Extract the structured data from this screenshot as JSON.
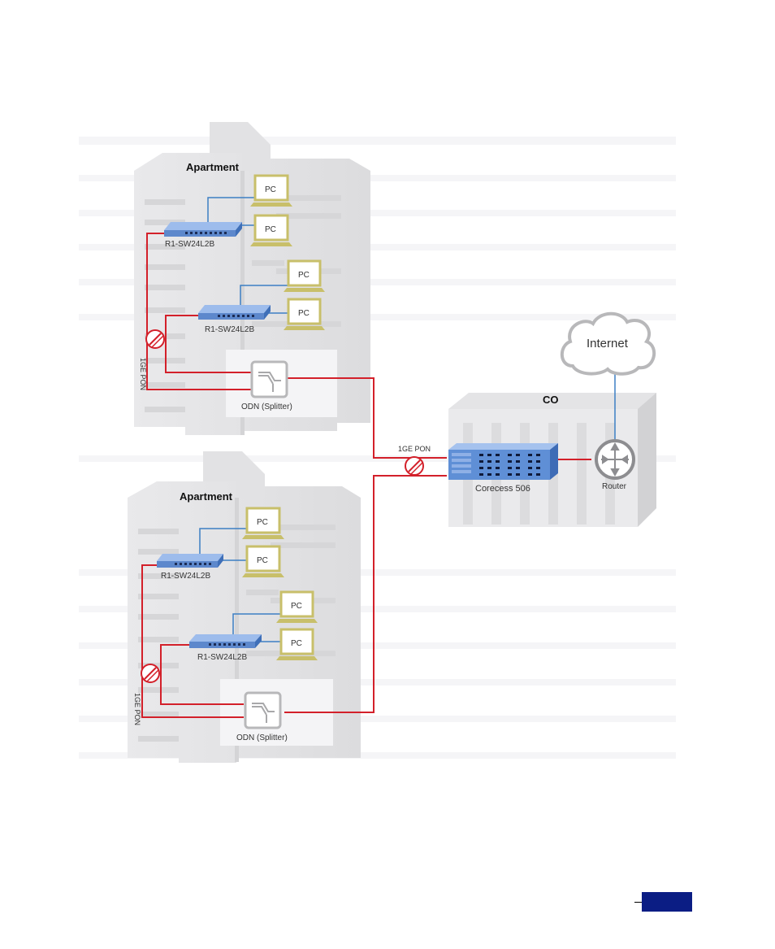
{
  "buildings": [
    {
      "label": "Apartment",
      "pon_label": "1GE PON",
      "splitter_label": "ODN (Splitter)",
      "switches": [
        {
          "label": "R1-SW24L2B",
          "pcs": [
            "PC",
            "PC"
          ]
        },
        {
          "label": "R1-SW24L2B",
          "pcs": [
            "PC",
            "PC"
          ]
        }
      ]
    },
    {
      "label": "Apartment",
      "pon_label": "1GE PON",
      "splitter_label": "ODN (Splitter)",
      "switches": [
        {
          "label": "R1-SW24L2B",
          "pcs": [
            "PC",
            "PC"
          ]
        },
        {
          "label": "R1-SW24L2B",
          "pcs": [
            "PC",
            "PC"
          ]
        }
      ]
    }
  ],
  "central_office": {
    "label": "CO",
    "olt_label": "Corecess 506",
    "router_label": "Router",
    "uplink_pon_label": "1GE PON"
  },
  "internet": {
    "label": "Internet"
  },
  "colors": {
    "fiber": "#d3202a",
    "ethernet": "#3d7fc4",
    "building": "#ececee",
    "switch": "#6b97d8",
    "pc": "#c8bf6a",
    "page_tab": "#0b1d84"
  }
}
